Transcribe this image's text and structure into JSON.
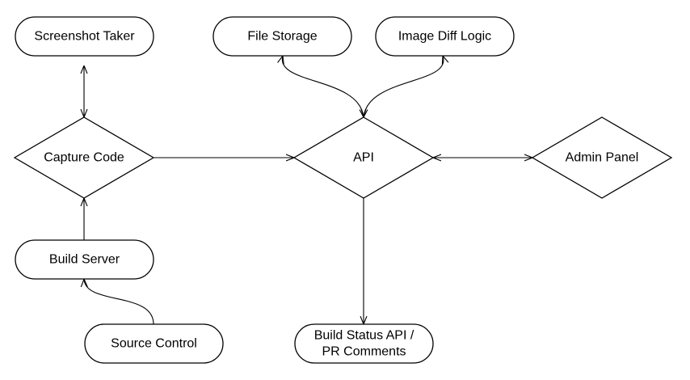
{
  "diagram": {
    "nodes": {
      "screenshot_taker": {
        "label": "Screenshot Taker",
        "shape": "rounded-rect"
      },
      "file_storage": {
        "label": "File Storage",
        "shape": "rounded-rect"
      },
      "image_diff_logic": {
        "label": "Image Diff Logic",
        "shape": "rounded-rect"
      },
      "capture_code": {
        "label": "Capture Code",
        "shape": "diamond"
      },
      "api": {
        "label": "API",
        "shape": "diamond"
      },
      "admin_panel": {
        "label": "Admin Panel",
        "shape": "diamond"
      },
      "build_server": {
        "label": "Build Server",
        "shape": "rounded-rect"
      },
      "source_control": {
        "label": "Source Control",
        "shape": "rounded-rect"
      },
      "build_status": {
        "label_line1": "Build Status API /",
        "label_line2": "PR Comments",
        "shape": "rounded-rect"
      }
    },
    "edges": [
      {
        "from": "screenshot_taker",
        "to": "capture_code",
        "direction": "both"
      },
      {
        "from": "capture_code",
        "to": "api",
        "direction": "forward"
      },
      {
        "from": "api",
        "to": "file_storage",
        "direction": "both"
      },
      {
        "from": "api",
        "to": "image_diff_logic",
        "direction": "both"
      },
      {
        "from": "api",
        "to": "admin_panel",
        "direction": "both"
      },
      {
        "from": "build_server",
        "to": "capture_code",
        "direction": "forward"
      },
      {
        "from": "source_control",
        "to": "build_server",
        "direction": "forward"
      },
      {
        "from": "api",
        "to": "build_status",
        "direction": "forward"
      }
    ]
  }
}
